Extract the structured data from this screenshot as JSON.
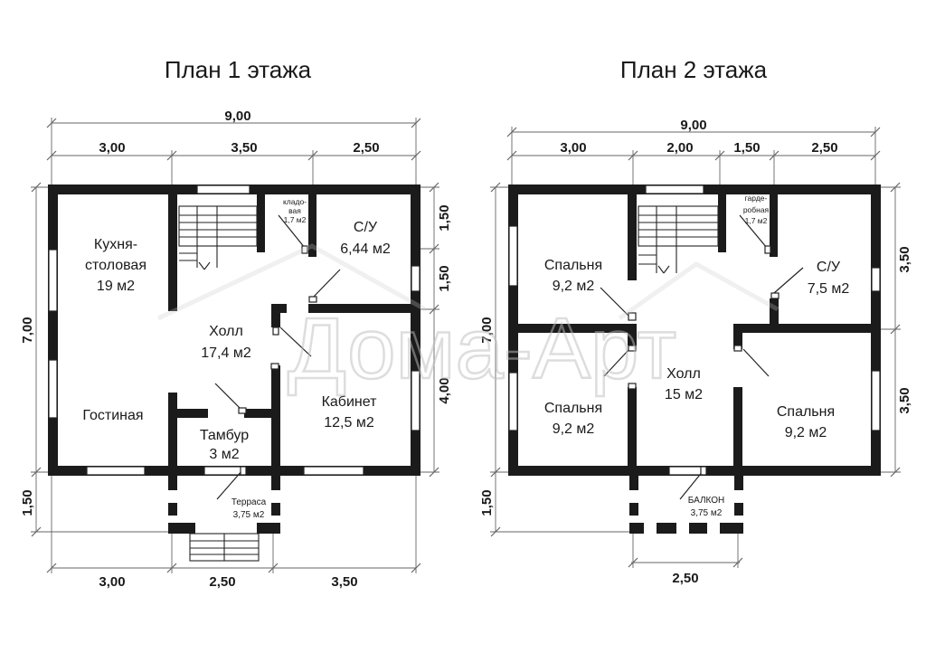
{
  "plan1": {
    "title": "План 1 этажа",
    "dims": {
      "top_total": "9,00",
      "top_a": "3,00",
      "top_b": "3,50",
      "top_c": "2,50",
      "left_main": "7,00",
      "left_terrace": "1,50",
      "right_a": "1,50",
      "right_b": "1,50",
      "right_c": "4,00",
      "bottom_a": "3,00",
      "bottom_b": "2,50",
      "bottom_c": "3,50"
    },
    "rooms": {
      "kitchen_l1": "Кухня-",
      "kitchen_l2": "столовая",
      "kitchen_area": "19 м2",
      "pantry_l1": "кладо-",
      "pantry_l2": "вая",
      "pantry_area": "1,7 м2",
      "bath_name": "С/У",
      "bath_area": "6,44 м2",
      "hall_name": "Холл",
      "hall_area": "17,4 м2",
      "living_name": "Гостиная",
      "study_name": "Кабинет",
      "study_area": "12,5 м2",
      "vestibule_name": "Тамбур",
      "vestibule_area": "3 м2",
      "terrace_name": "Терраса",
      "terrace_area": "3,75 м2"
    }
  },
  "plan2": {
    "title": "План 2 этажа",
    "dims": {
      "top_total": "9,00",
      "top_a": "3,00",
      "top_b": "2,00",
      "top_c": "1,50",
      "top_d": "2,50",
      "left_main": "7,00",
      "left_balcony": "1,50",
      "right_a": "3,50",
      "right_b": "3,50",
      "bottom_balcony": "2,50"
    },
    "rooms": {
      "bed1_name": "Спальня",
      "bed1_area": "9,2 м2",
      "wardrobe_l1": "гарде-",
      "wardrobe_l2": "робная",
      "wardrobe_area": "1,7 м2",
      "bath_name": "С/У",
      "bath_area": "7,5 м2",
      "hall_name": "Холл",
      "hall_area": "15 м2",
      "bed2_name": "Спальня",
      "bed2_area": "9,2 м2",
      "bed3_name": "Спальня",
      "bed3_area": "9,2 м2",
      "balcony_name": "БАЛКОН",
      "balcony_area": "3,75 м2"
    }
  },
  "watermark": "Дома-Арт"
}
